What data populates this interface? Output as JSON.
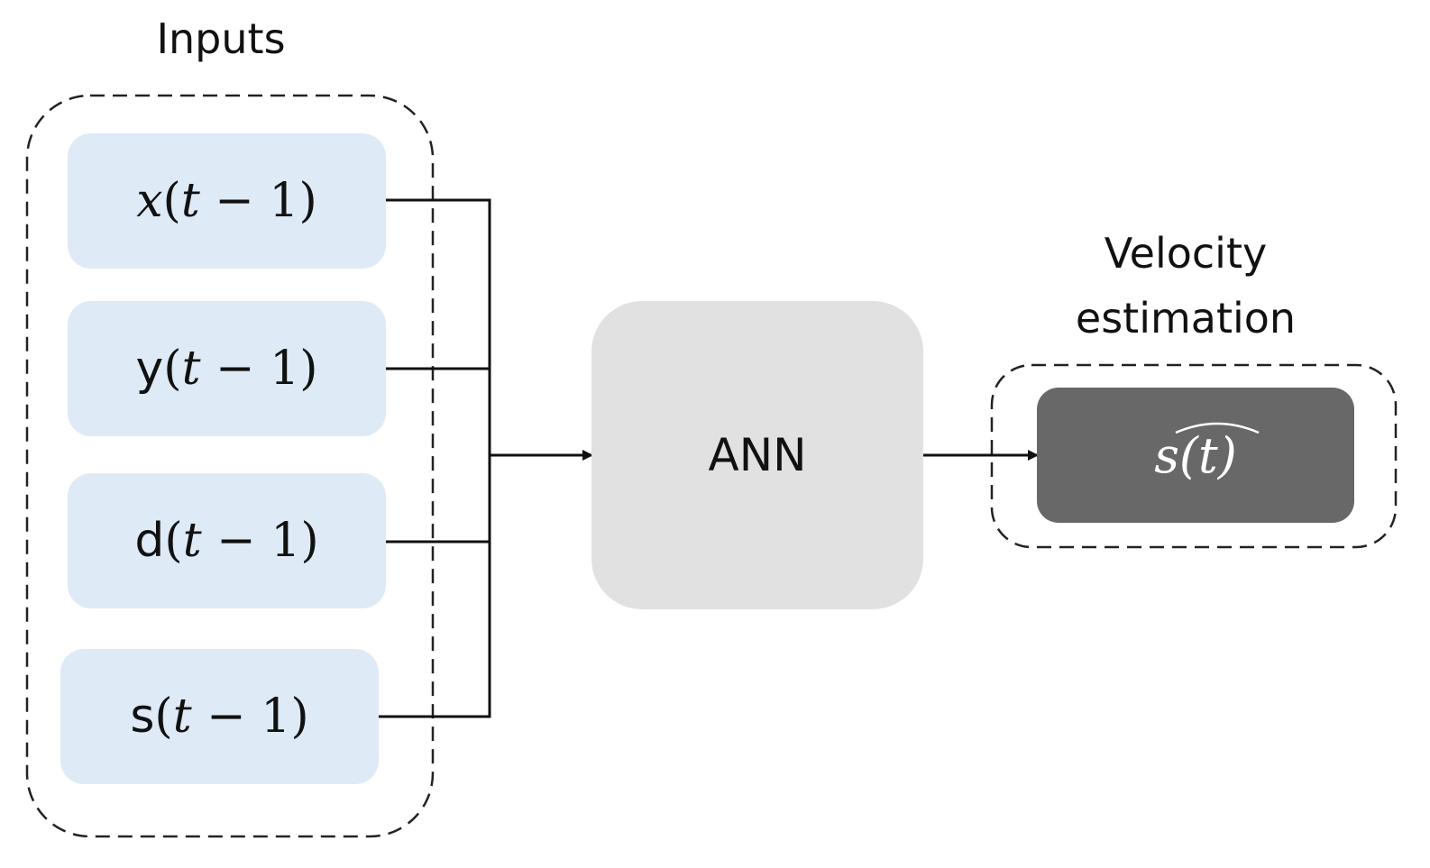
{
  "groups": {
    "inputs_title": "Inputs",
    "output_title_line1": "Velocity",
    "output_title_line2": "estimation"
  },
  "inputs": [
    {
      "var": "x",
      "arg": "t",
      "op": "−",
      "num": "1"
    },
    {
      "var": "y",
      "arg": "t",
      "op": "−",
      "num": "1"
    },
    {
      "var": "d",
      "arg": "t",
      "op": "−",
      "num": "1"
    },
    {
      "var": "s",
      "arg": "t",
      "op": "−",
      "num": "1"
    }
  ],
  "model": {
    "label": "ANN"
  },
  "output": {
    "var": "s",
    "arg": "t"
  },
  "colors": {
    "input_fill": "#deeaf6",
    "model_fill": "#e1e1e1",
    "output_fill": "#686868",
    "line": "#111111"
  }
}
